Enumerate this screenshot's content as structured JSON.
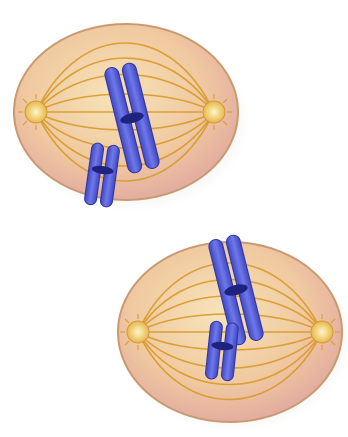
{
  "figure": {
    "description_kind": "illustration",
    "panels": [
      {
        "id": "cell-top",
        "cell_color": "#f0c9a0",
        "spindle_color": "#d89a2a",
        "centrosome_color": "#f6dc7a",
        "chromosome_color": "#5b63d6",
        "chromosome_count": 2
      },
      {
        "id": "cell-bottom",
        "cell_color": "#f0c9a0",
        "spindle_color": "#d89a2a",
        "centrosome_color": "#f6dc7a",
        "chromosome_color": "#5b63d6",
        "chromosome_count": 2
      }
    ]
  }
}
